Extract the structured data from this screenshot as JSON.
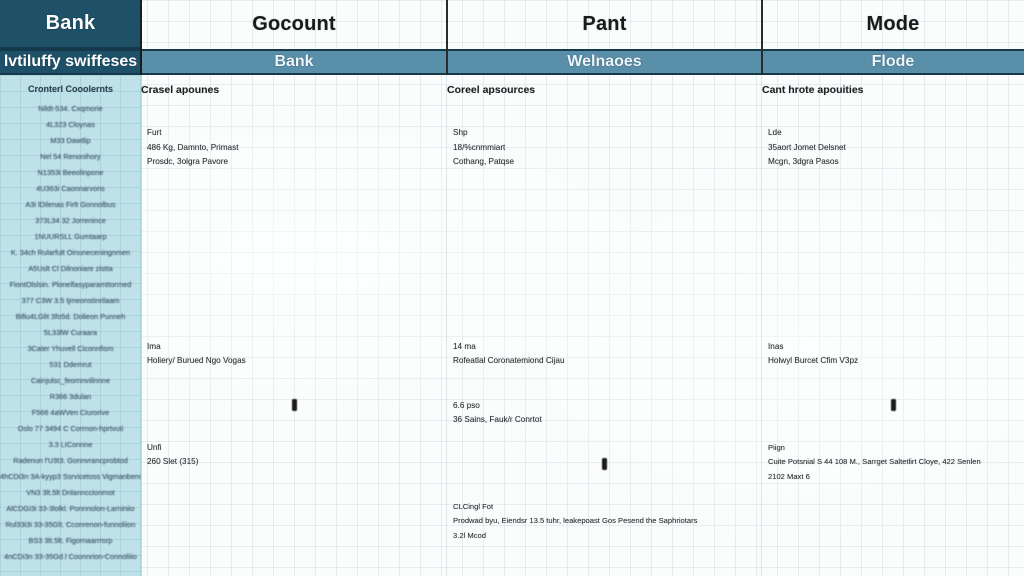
{
  "header": {
    "row1": [
      {
        "label": "Bank",
        "name": "header-corner-bank"
      },
      {
        "label": "Gocount",
        "name": "header-col-gocount"
      },
      {
        "label": "Pant",
        "name": "header-col-pant"
      },
      {
        "label": "Mode",
        "name": "header-col-mode"
      }
    ],
    "row2": [
      {
        "label": "lvtiluffy swiffeses",
        "name": "subheader-corner"
      },
      {
        "label": "Bank",
        "name": "subheader-col-bank"
      },
      {
        "label": "Welnaoes",
        "name": "subheader-col-welnaoes"
      },
      {
        "label": "Flode",
        "name": "subheader-col-flode"
      }
    ]
  },
  "sidebar": {
    "title": "Cronterl Cooolernts",
    "items": [
      "Nildt-534. Cxqmorie",
      "4L323 Cloynas",
      "M33 Dawtlip",
      "Nel 54 Renonihory",
      "N1353i Beeolinpone",
      "4U363i Caonnarvons",
      "A3i lDilenas Firlt Gonnolbus",
      "373L34 32 Jorrenince",
      "1NUURSLL Gumtaarp",
      "K. 34ch Rularfult Oinuneceningnmen",
      "A5Uslt Cl Dilnoniare zistta",
      "FiontOlslsin. Plonelfasyparamttorrned",
      "377 C3W 3.5 Ijmeonstinrilaam",
      "Bifiu4LGlit 3fo5d. Dolieon Punneh",
      "5L33lW Curaara",
      "3Cater Yhuvell Ciconnfism",
      "531 Ddemrut",
      "Cainjulsc_feornnviilnnne",
      "R366 3dulan",
      "F566 4aWVen Ciurorive",
      "Oslo 77 3494 C Corrnon-hprtvuti",
      "3.3 LIConnne",
      "Radenun l'U3t3. Gonnvrancprobtod",
      "4hCDi3n 3A-kyyp3 Ssrvicetoss Vigmanbens",
      "VN3 3lt.5lt Dnlannccionrnot",
      "AlCDGi3i 33-3lolkl. Ponnnolon-Larniniio",
      "Rul33i3i 33-35Glt. Cconrenon-funnoliion",
      "BS3 3lt.5lt. Figornaarrrorp",
      "4nCDi3n 33-35Gd.l Coonnrion-Connoliiio"
    ]
  },
  "columns": [
    {
      "name": "column-bank",
      "title": "Crasel apounes",
      "top_block": [
        "Furt",
        "486 Kg, Damnto, Primast",
        "Prosdc, 3olgra Pavore"
      ],
      "mid_block": [
        "Ima",
        "Holiery/ Burued Ngo Vogas"
      ],
      "marker": true,
      "bottom_block": [
        "Unfi",
        "260 Slet (315)"
      ]
    },
    {
      "name": "column-welnaoes",
      "title": "Coreel apsources",
      "top_block": [
        "Shp",
        "18/%cnmmiart",
        "Cothang, Patqse"
      ],
      "mid_block": [
        "14 ma",
        "Rofeatlal Coronatemiond Cijau"
      ],
      "mid_block_2": [
        "6.6 pso",
        "36 Sains, Fauk/r Conrtot"
      ],
      "marker": true,
      "bottom_block": [
        "CLCingl Fot",
        "Prodwad byu, Eiendsr 13.5 tuhr, leakepoast Gos Pesend the Saphriotars",
        "3.2l Mcod"
      ]
    },
    {
      "name": "column-flode",
      "title": "Cant hrote apouities",
      "top_block": [
        "Lde",
        "35aort Jomet Delsnet",
        "Mcgn, 3dgra Pasos"
      ],
      "mid_block": [
        "Inas",
        "Holwyl Burcet Cfim V3pz"
      ],
      "marker": true,
      "bottom_block": [
        "Piign",
        "Cuite Potsnial S 44 108 M., Sarrget Saltetlirt Cloye, 422 Senlen",
        "2102 Maxt 6"
      ]
    }
  ],
  "colors": {
    "header_dark": "#1e5168",
    "header_steel": "#5a8faa",
    "sidebar_bg": "#bfe2e8",
    "paper_bg": "#fbfdfd",
    "grid_line": "#c4d8e0"
  }
}
